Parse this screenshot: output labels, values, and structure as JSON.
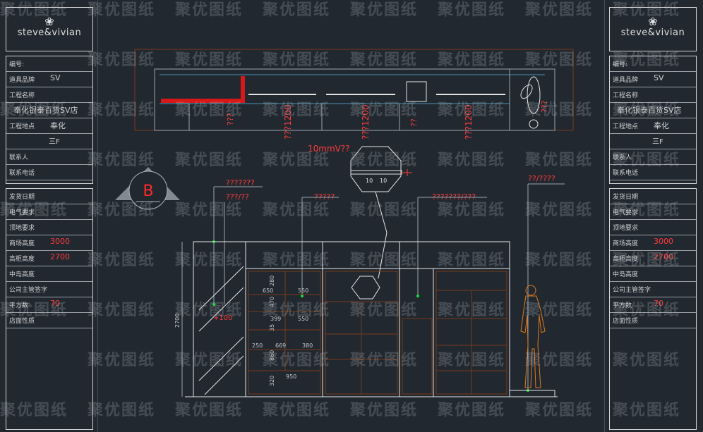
{
  "brand": "steve&vivian",
  "watermark": "聚优图纸",
  "left_panel": {
    "rows1": [
      {
        "label": "编号:",
        "value": ""
      },
      {
        "label": "道具品牌",
        "value": "SV"
      },
      {
        "label": "工程名称",
        "value": ""
      },
      {
        "label": "",
        "value": "奉化银泰百货SV店"
      },
      {
        "label": "工程地点",
        "value": "奉化"
      },
      {
        "label": "",
        "value": "三F"
      },
      {
        "label": "联系人",
        "value": ""
      },
      {
        "label": "联系电话",
        "value": ""
      }
    ],
    "rows2": [
      {
        "label": "发货日期",
        "value": ""
      },
      {
        "label": "电气要求",
        "value": ""
      },
      {
        "label": "顶地要求",
        "value": ""
      },
      {
        "label": "商场高度",
        "value": "3000"
      },
      {
        "label": "高柜高度",
        "value": "2700"
      },
      {
        "label": "中岛高度",
        "value": ""
      },
      {
        "label": "公司主管签字",
        "value": ""
      },
      {
        "label": "平方数",
        "value": "70"
      },
      {
        "label": "店面性质",
        "value": ""
      }
    ]
  },
  "right_panel": {
    "rows1": [
      {
        "label": "编号:",
        "value": ""
      },
      {
        "label": "道具品牌",
        "value": "SV"
      },
      {
        "label": "工程名称",
        "value": ""
      },
      {
        "label": "",
        "value": "奉化银泰百货SV店"
      },
      {
        "label": "工程地点",
        "value": "奉化"
      },
      {
        "label": "",
        "value": "三F"
      },
      {
        "label": "联系人",
        "value": ""
      },
      {
        "label": "联系电话",
        "value": ""
      }
    ],
    "rows2": [
      {
        "label": "发货日期",
        "value": ""
      },
      {
        "label": "电气要求",
        "value": ""
      },
      {
        "label": "顶地要求",
        "value": ""
      },
      {
        "label": "商场高度",
        "value": "3000"
      },
      {
        "label": "高柜高度",
        "value": "2700"
      },
      {
        "label": "中岛高度",
        "value": ""
      },
      {
        "label": "公司主管签字",
        "value": ""
      },
      {
        "label": "平方数",
        "value": "70"
      },
      {
        "label": "店面性质",
        "value": ""
      }
    ]
  },
  "section_marker": "B",
  "plan_labels": [
    "???",
    "???1200",
    "???1200",
    "??",
    "???1200",
    "???"
  ],
  "callouts": {
    "light": "10mmV??",
    "c1": "???????",
    "c2": "???/??",
    "c3": "?????",
    "c4": "???????/???",
    "c5": "??/????",
    "offset": "+100"
  },
  "light_dims": [
    "10",
    "10"
  ],
  "elevation_dims": {
    "height": "2700",
    "d650": "650",
    "d550a": "550",
    "d399": "399",
    "d550b": "550",
    "d250": "250",
    "d669": "669",
    "d380": "380",
    "d950": "950",
    "v280": "280",
    "v470": "470",
    "v35": "35",
    "v860": "860",
    "v320": "320"
  },
  "colors": {
    "background": "#212830",
    "border": "#d6d6d6",
    "red": "#ff3b3b",
    "green": "#1fdc3a",
    "orange": "#e07a1c",
    "brown": "#7a3a18",
    "cyan": "#4a8fb8"
  }
}
